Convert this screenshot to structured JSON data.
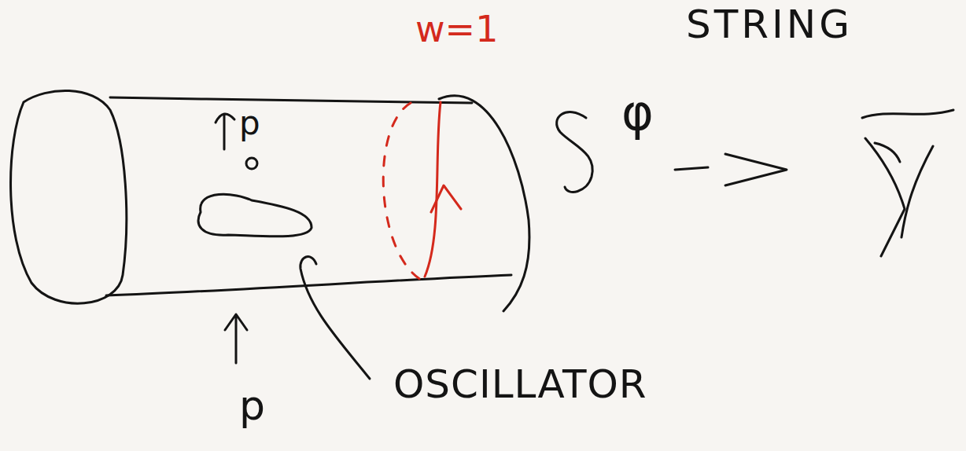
{
  "diagram": {
    "labels": [
      "STRING",
      "w=1",
      "p",
      "p",
      "OSCILLATOR",
      "φ"
    ]
  }
}
